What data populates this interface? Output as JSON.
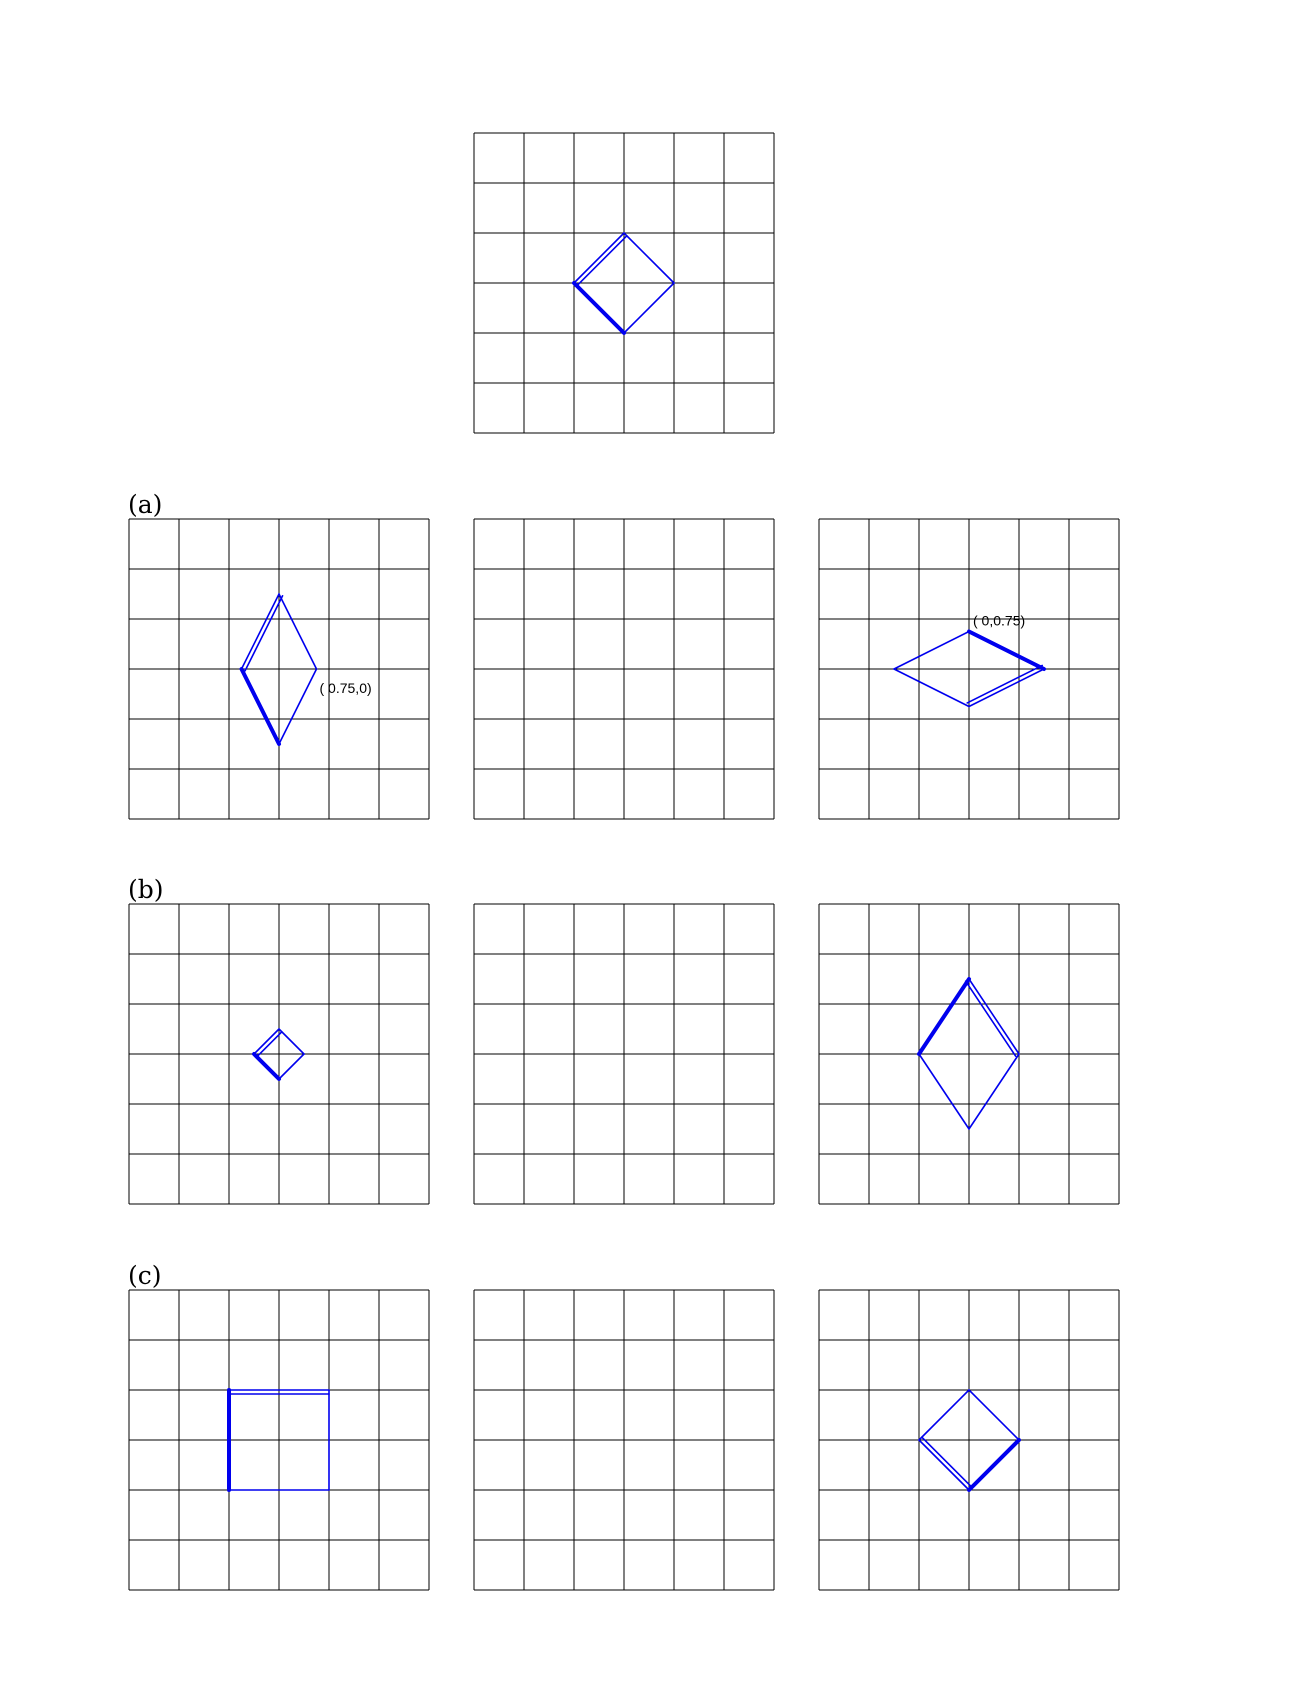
{
  "colors": {
    "grid": "#000000",
    "shape": "#0000ee",
    "background": "#ffffff"
  },
  "grid_cells": 6,
  "rows": [
    {
      "label": "",
      "panels": [
        {
          "shape": [
            [
              -1,
              0
            ],
            [
              0,
              1
            ],
            [
              1,
              0
            ],
            [
              0,
              -1
            ]
          ],
          "thick_edges": [
            [
              3,
              0
            ]
          ],
          "double_edges": [
            [
              0,
              1
            ]
          ],
          "point_labels": []
        }
      ]
    },
    {
      "label": "(a)",
      "panels": [
        {
          "shape": [
            [
              -0.75,
              0
            ],
            [
              0,
              1.5
            ],
            [
              0.75,
              0
            ],
            [
              0,
              -1.5
            ]
          ],
          "thick_edges": [
            [
              3,
              0
            ]
          ],
          "double_edges": [
            [
              0,
              1
            ]
          ],
          "point_labels": [
            {
              "text": "( 0.75,0)",
              "at": [
                0.75,
                0
              ]
            }
          ]
        },
        {
          "shape": [],
          "thick_edges": [],
          "double_edges": [],
          "point_labels": []
        },
        {
          "shape": [
            [
              -1.5,
              0
            ],
            [
              0,
              0.75
            ],
            [
              1.5,
              0
            ],
            [
              0,
              -0.75
            ]
          ],
          "thick_edges": [
            [
              1,
              2
            ]
          ],
          "double_edges": [
            [
              2,
              3
            ]
          ],
          "point_labels": [
            {
              "text": "( 0,0.75)",
              "at": [
                0,
                0.75
              ]
            }
          ]
        }
      ]
    },
    {
      "label": "(b)",
      "panels": [
        {
          "shape": [
            [
              -0.5,
              0
            ],
            [
              0,
              0.5
            ],
            [
              0.5,
              0
            ],
            [
              0,
              -0.5
            ]
          ],
          "thick_edges": [
            [
              3,
              0
            ]
          ],
          "double_edges": [
            [
              0,
              1
            ]
          ],
          "point_labels": []
        },
        {
          "shape": [],
          "thick_edges": [],
          "double_edges": [],
          "point_labels": []
        },
        {
          "shape": [
            [
              -1,
              0
            ],
            [
              0,
              1.5
            ],
            [
              1,
              0
            ],
            [
              0,
              -1.5
            ]
          ],
          "thick_edges": [
            [
              0,
              1
            ]
          ],
          "double_edges": [
            [
              1,
              2
            ]
          ],
          "point_labels": []
        }
      ]
    },
    {
      "label": "(c)",
      "panels": [
        {
          "shape": [
            [
              -1,
              -1
            ],
            [
              -1,
              1
            ],
            [
              1,
              1
            ],
            [
              1,
              -1
            ]
          ],
          "thick_edges": [
            [
              0,
              1
            ]
          ],
          "double_edges": [
            [
              1,
              2
            ]
          ],
          "point_labels": []
        },
        {
          "shape": [],
          "thick_edges": [],
          "double_edges": [],
          "point_labels": []
        },
        {
          "shape": [
            [
              -1,
              0
            ],
            [
              0,
              1
            ],
            [
              1,
              0
            ],
            [
              0,
              -1
            ]
          ],
          "thick_edges": [
            [
              2,
              3
            ]
          ],
          "double_edges": [
            [
              3,
              0
            ]
          ],
          "point_labels": []
        }
      ]
    }
  ]
}
